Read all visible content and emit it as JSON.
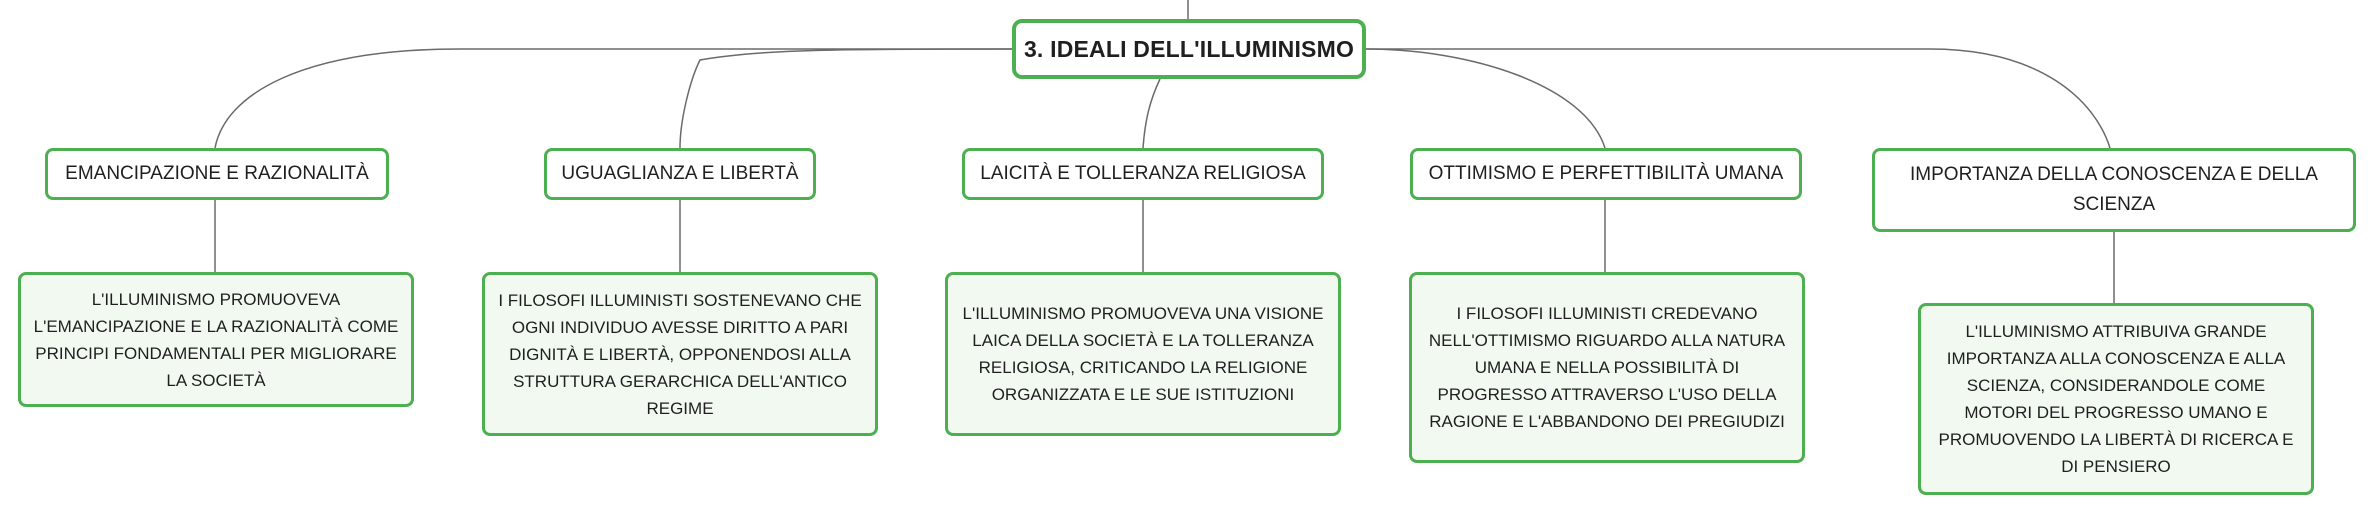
{
  "root": {
    "label": "3. IDEALI DELL'ILLUMINISMO"
  },
  "topics": [
    {
      "label": "EMANCIPAZIONE E RAZIONALITÀ",
      "detail": "L'ILLUMINISMO PROMUOVEVA L'EMANCIPAZIONE E LA RAZIONALITÀ COME PRINCIPI FONDAMENTALI PER MIGLIORARE LA SOCIETÀ"
    },
    {
      "label": "UGUAGLIANZA E LIBERTÀ",
      "detail": "I FILOSOFI ILLUMINISTI SOSTENEVANO CHE OGNI INDIVIDUO AVESSE DIRITTO A PARI DIGNITÀ E LIBERTÀ, OPPONENDOSI ALLA STRUTTURA GERARCHICA DELL'ANTICO REGIME"
    },
    {
      "label": "LAICITÀ E TOLLERANZA RELIGIOSA",
      "detail": "L'ILLUMINISMO PROMUOVEVA UNA VISIONE LAICA DELLA SOCIETÀ E LA TOLLERANZA RELIGIOSA, CRITICANDO LA RELIGIONE ORGANIZZATA E LE SUE ISTITUZIONI"
    },
    {
      "label": "OTTIMISMO E PERFETTIBILITÀ UMANA",
      "detail": "I FILOSOFI ILLUMINISTI CREDEVANO NELL'OTTIMISMO RIGUARDO ALLA NATURA UMANA E NELLA POSSIBILITÀ DI PROGRESSO ATTRAVERSO L'USO DELLA RAGIONE E L'ABBANDONO DEI PREGIUDIZI"
    },
    {
      "label": "IMPORTANZA DELLA CONOSCENZA E DELLA SCIENZA",
      "detail": "L'ILLUMINISMO ATTRIBUIVA GRANDE IMPORTANZA ALLA CONOSCENZA E ALLA SCIENZA, CONSIDERANDOLE COME MOTORI DEL PROGRESSO UMANO E PROMUOVENDO LA LIBERTÀ DI RICERCA E DI PENSIERO"
    }
  ]
}
